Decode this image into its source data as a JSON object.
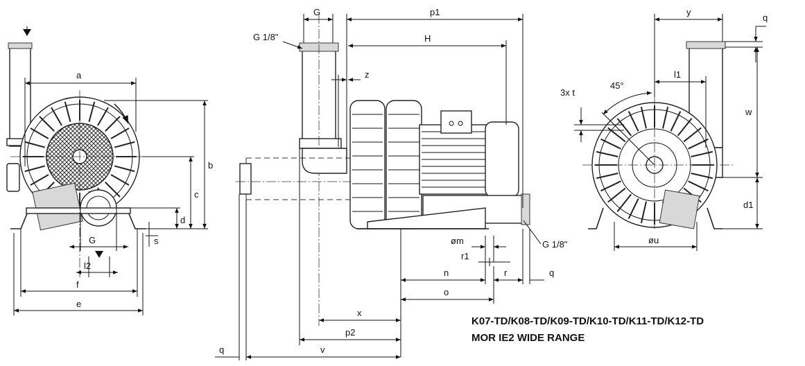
{
  "title": {
    "line1": "K07-TD/K08-TD/K09-TD/K10-TD/K11-TD/K12-TD",
    "line2": "MOR IE2 WIDE RANGE"
  },
  "front_view": {
    "labels": {
      "a": "a",
      "b": "b",
      "c": "c",
      "d": "d",
      "s": "s",
      "G": "G",
      "l2": "l2",
      "f": "f",
      "e": "e"
    }
  },
  "side_view": {
    "labels": {
      "G": "G",
      "G18_top": "G 1/8\"",
      "p1": "p1",
      "H": "H",
      "z": "z",
      "G18_bottom": "G 1/8\"",
      "om": "øm",
      "r1": "r1",
      "n": "n",
      "r": "r",
      "q_right": "q",
      "o": "o",
      "x": "x",
      "p2": "p2",
      "v": "v",
      "q_left": "q"
    }
  },
  "rear_view": {
    "labels": {
      "y": "y",
      "q": "q",
      "l1": "l1",
      "angle": "45°",
      "t": "3x t",
      "w": "w",
      "d1": "d1",
      "ou": "øu"
    }
  }
}
